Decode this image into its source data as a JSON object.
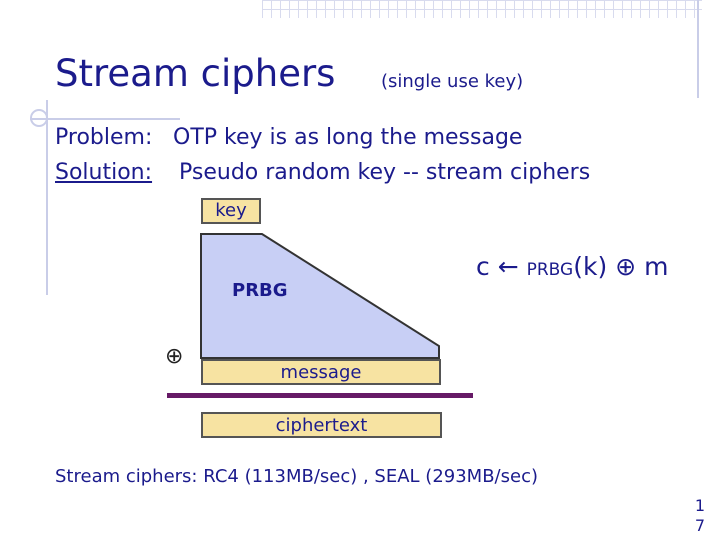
{
  "slide": {
    "title": "Stream ciphers",
    "subtitle": "(single use key)",
    "problem_label": "Problem:",
    "problem_text": "OTP key is as long the message",
    "solution_label": "Solution:",
    "solution_text": "Pseudo random key -- stream ciphers",
    "bottom_text": "Stream ciphers: RC4 (113MB/sec) , SEAL (293MB/sec)",
    "page_number": "1\n7"
  },
  "diagram": {
    "key_label": "key",
    "prbg_label": "PRBG",
    "message_label": "message",
    "ciphertext_label": "ciphertext",
    "xor_symbol": "⊕",
    "formula": {
      "c": "c",
      "arrow": "←",
      "prbg": "PRBG",
      "k": "(k)",
      "xor": "⊕",
      "m": "m"
    },
    "colors": {
      "prbg_fill": "#c8cff5",
      "box_fill": "#f7e3a2",
      "bar": "#661a66",
      "text": "#1b1b8c"
    }
  }
}
